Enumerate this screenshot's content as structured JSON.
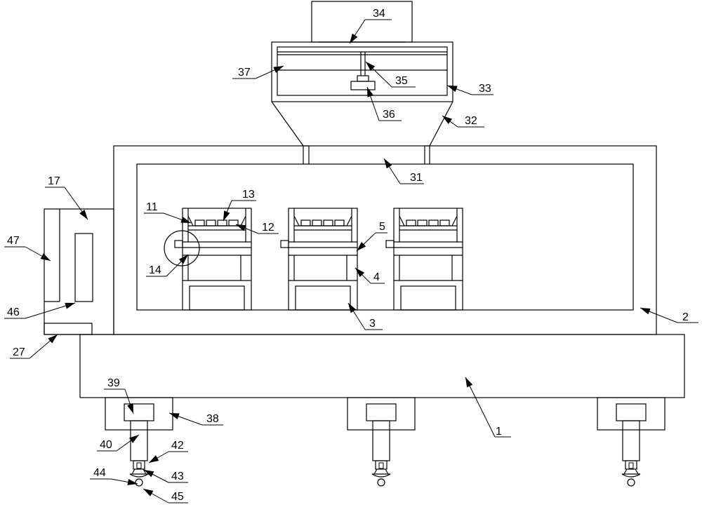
{
  "figure": {
    "labels": {
      "l1": "1",
      "l2": "2",
      "l3": "3",
      "l4": "4",
      "l5": "5",
      "l11": "11",
      "l12": "12",
      "l13": "13",
      "l14": "14",
      "l17": "17",
      "l27": "27",
      "l31": "31",
      "l32": "32",
      "l33": "33",
      "l34": "34",
      "l35": "35",
      "l36": "36",
      "l37": "37",
      "l38": "38",
      "l39": "39",
      "l40": "40",
      "l42": "42",
      "l43": "43",
      "l44": "44",
      "l45": "45",
      "l46": "46",
      "l47": "47"
    }
  }
}
